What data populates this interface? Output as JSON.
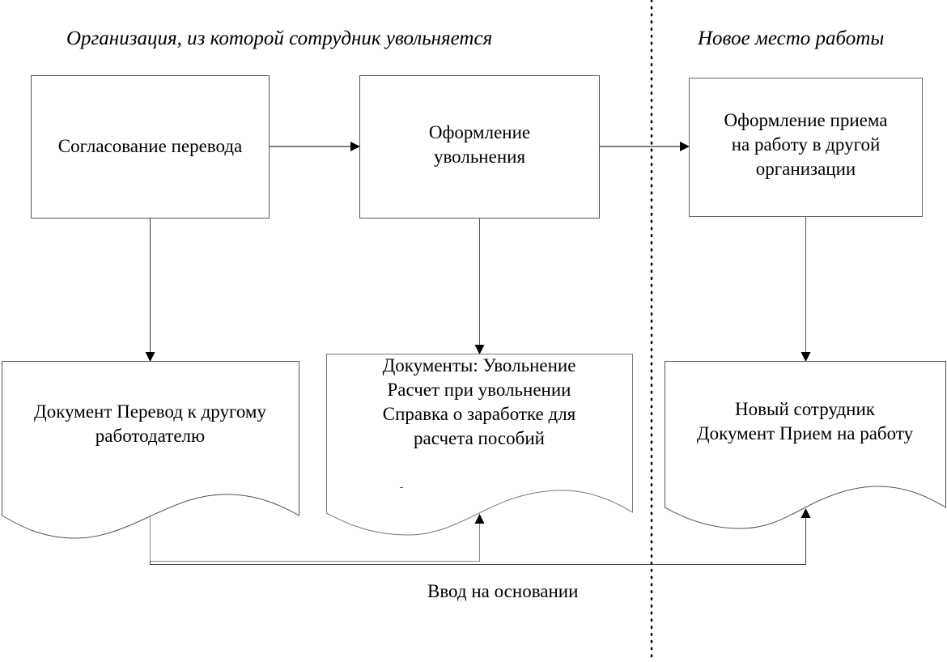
{
  "headers": {
    "left": "Организация, из которой сотрудник увольняется",
    "right": "Новое место работы"
  },
  "processes": [
    {
      "id": "approve-transfer",
      "lines": [
        "Согласование перевода"
      ]
    },
    {
      "id": "dismissal",
      "lines": [
        "Оформление",
        "увольнения"
      ]
    },
    {
      "id": "hiring",
      "lines": [
        "Оформление приема",
        "на работу в другой",
        "организации"
      ]
    }
  ],
  "documents": [
    {
      "id": "transfer-doc",
      "lines": [
        "Документ Перевод к другому",
        "работодателю"
      ]
    },
    {
      "id": "dismissal-docs",
      "lines": [
        "Документы: Увольнение",
        "Расчет при увольнении",
        "Справка о заработке для",
        "расчета пособий"
      ]
    },
    {
      "id": "hire-doc",
      "lines": [
        "Новый сотрудник",
        "Документ Прием на работу"
      ]
    }
  ],
  "connector_label": "Ввод на основании",
  "colors": {
    "stroke": "#555555",
    "arrow": "#000000",
    "divider": "#000000"
  }
}
